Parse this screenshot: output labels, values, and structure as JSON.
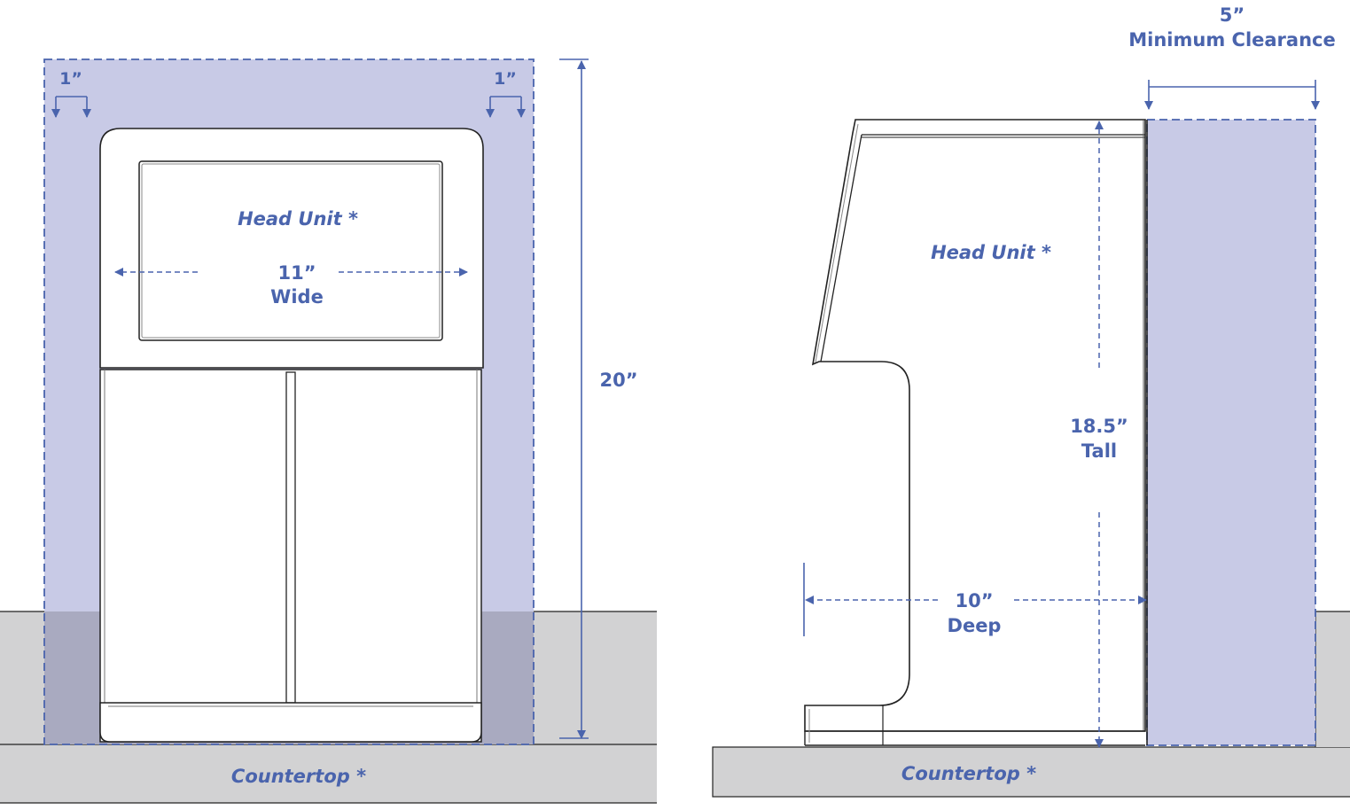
{
  "colors": {
    "dimension": "#4a64ad",
    "clearance_fill": "#c8cae6",
    "countertop": "#d2d2d3",
    "countertop_shadow": "#a9aac0",
    "outline": "#222222"
  },
  "front_view": {
    "head_unit_label": "Head Unit *",
    "width_value": "11”",
    "width_caption": "Wide",
    "side_margin_left": "1”",
    "side_margin_right": "1”",
    "overall_height": "20”",
    "countertop_label": "Countertop *"
  },
  "side_view": {
    "head_unit_label": "Head Unit *",
    "clearance_value": "5”",
    "clearance_caption": "Minimum Clearance",
    "height_value": "18.5”",
    "height_caption": "Tall",
    "depth_value": "10”",
    "depth_caption": "Deep",
    "countertop_label": "Countertop *"
  }
}
